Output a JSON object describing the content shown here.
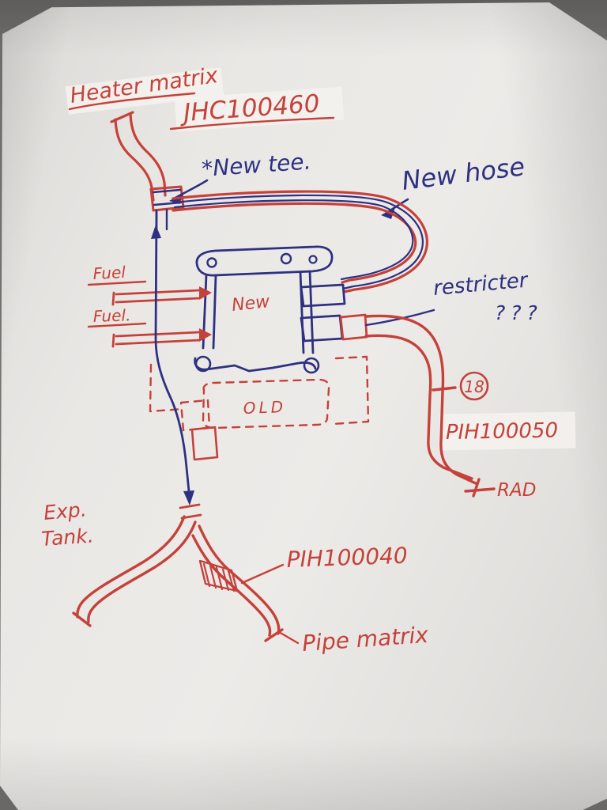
{
  "title": "Hand-drawn heater hose routing diagram",
  "colors": {
    "red_ink": "#c5413a",
    "blue_ink": "#2e3082",
    "paper": "#e9e7e4",
    "background": "#716f6d",
    "tape": "#f4f2ee"
  },
  "labels": {
    "heater_matrix": "Heater matrix",
    "heater_matrix_part": "JHC100460",
    "new_tee": "*New tee.",
    "new_hose": "New hose",
    "fuel_top": "Fuel",
    "fuel_bottom": "Fuel.",
    "new_unit": "New",
    "restricter": "restricter",
    "restricter_questions": "???",
    "hose_size": "18",
    "rad_hose_part": "PIH100050",
    "rad": "RAD",
    "old_unit": "OLD",
    "exp_line1": "Exp.",
    "exp_line2": "Tank.",
    "matrix_pipe_part": "PIH100040",
    "pipe_matrix": "Pipe matrix"
  }
}
